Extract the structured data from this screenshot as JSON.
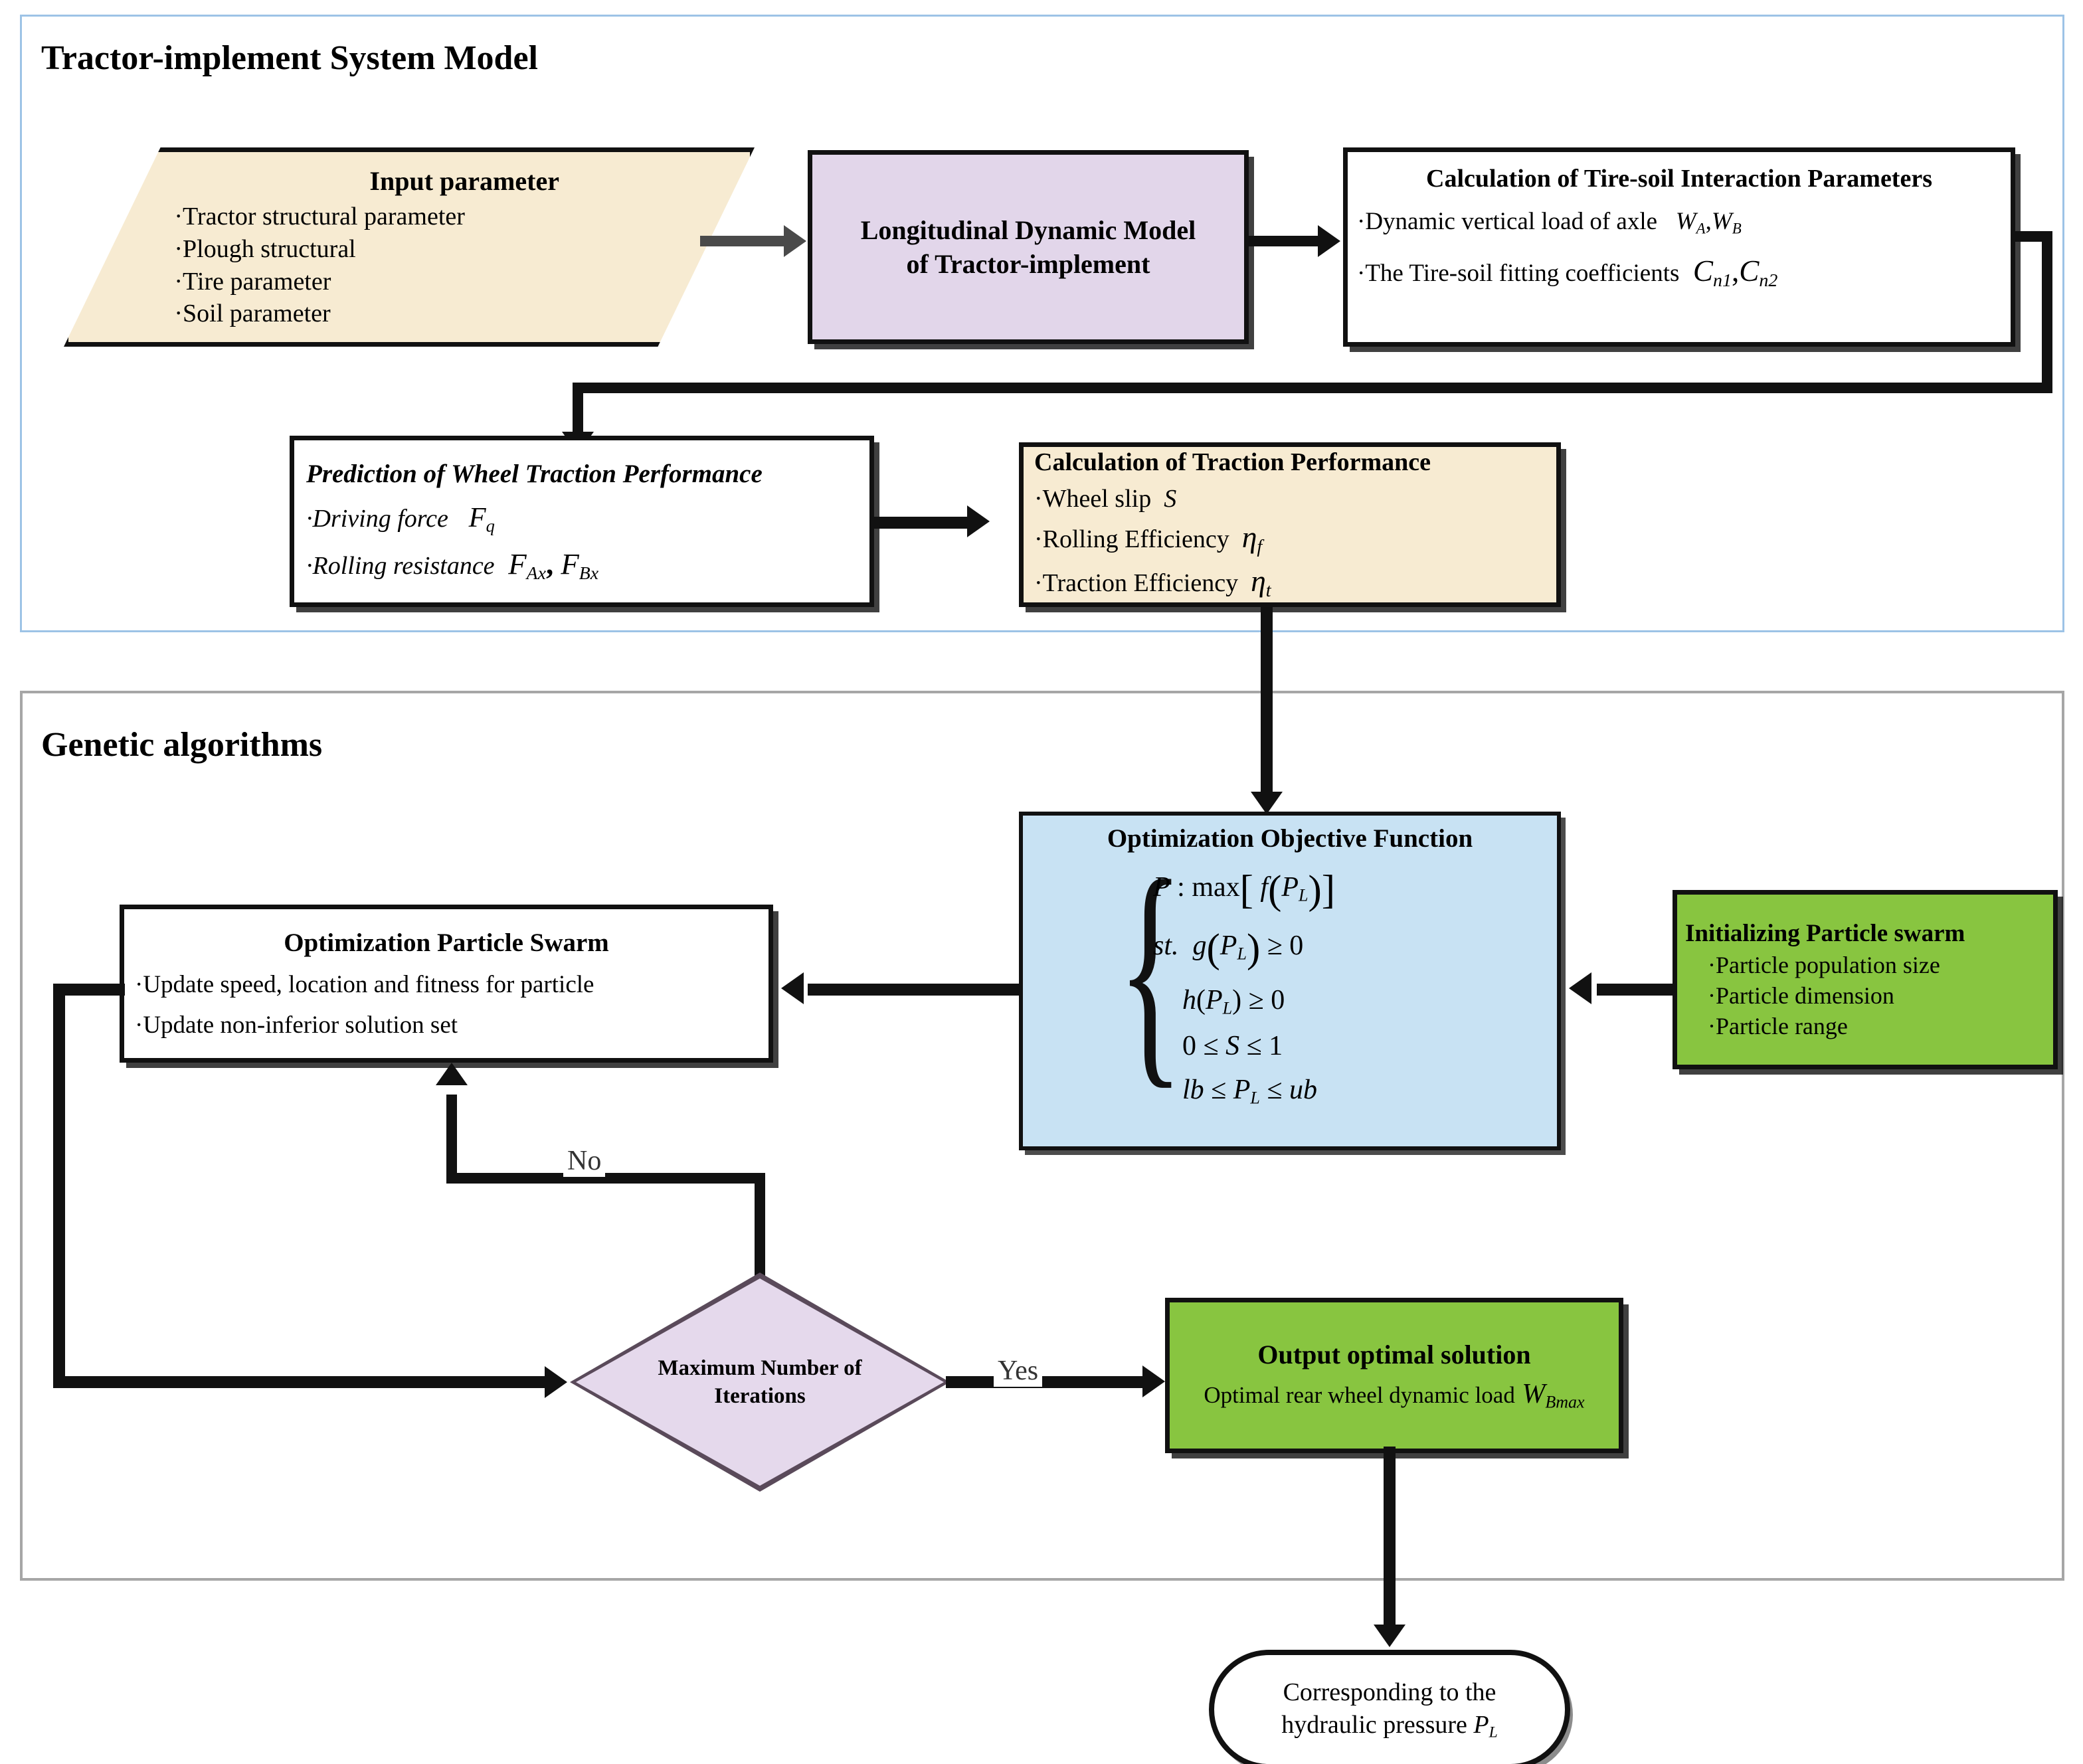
{
  "groups": {
    "top": {
      "title": "Tractor-implement System Model"
    },
    "bottom": {
      "title": "Genetic algorithms"
    }
  },
  "nodes": {
    "input_parameter": {
      "title": "Input parameter",
      "items": [
        "·Tractor structural parameter",
        "·Plough structural",
        "·Tire parameter",
        "·Soil parameter"
      ],
      "shape": "parallelogram",
      "fill": "#f7ebd2"
    },
    "longitudinal_model": {
      "line1": "Longitudinal Dynamic Model",
      "line2": "of  Tractor-implement",
      "shape": "rectangle",
      "fill": "#e2d6ea"
    },
    "tire_soil": {
      "title": "Calculation of Tire-soil Interaction Parameters",
      "item1_text": "·Dynamic vertical load of axle",
      "item1_symbols": "W_A , W_B",
      "item2_text": "·The Tire-soil fitting coefficients",
      "item2_symbols": "C_n1 , C_n2",
      "shape": "rectangle",
      "fill": "#ffffff"
    },
    "prediction_wheel": {
      "title": "Prediction of Wheel Traction Performance",
      "item1_text": "·Driving force",
      "item1_symbols": "F_q",
      "item2_text": "·Rolling resistance",
      "item2_symbols": "F_Ax , F_Bx",
      "shape": "rectangle",
      "fill": "#ffffff"
    },
    "calc_traction": {
      "title": "Calculation of Traction Performance",
      "item1": "·Wheel slip  S",
      "item2": "·Rolling Efficiency  η_f",
      "item3": "·Traction Efficiency  η_t",
      "shape": "rectangle",
      "fill": "#f7ebd2"
    },
    "objective_function": {
      "title": "Optimization Objective Function",
      "equations": [
        "P : max [ f ( P_L ) ]",
        "st.  g ( P_L ) ≥ 0",
        "h ( P_L ) ≥ 0",
        "0 ≤ S ≤ 1",
        "lb ≤ P_L ≤ ub"
      ],
      "shape": "rectangle",
      "fill": "#c8e2f3"
    },
    "particle_swarm": {
      "title": "Optimization  Particle Swarm",
      "items": [
        "·Update speed, location and fitness for particle",
        "·Update non-inferior solution set"
      ],
      "shape": "rectangle",
      "fill": "#ffffff"
    },
    "init_swarm": {
      "title": "Initializing Particle swarm",
      "items": [
        "·Particle population size",
        "·Particle dimension",
        "·Particle range"
      ],
      "shape": "rectangle",
      "fill": "#88c540"
    },
    "max_iterations": {
      "line1": "Maximum Number of",
      "line2": "Iterations",
      "shape": "diamond",
      "fill": "#e5d9ec"
    },
    "output_solution": {
      "title": "Output optimal solution",
      "subtitle_text": "Optimal rear wheel dynamic load",
      "subtitle_symbol": "W_Bmax",
      "shape": "rectangle",
      "fill": "#88c540"
    },
    "hydraulic_pressure": {
      "line1": "Corresponding to the",
      "line2_text": "hydraulic pressure",
      "line2_symbol": "P_L",
      "shape": "terminator",
      "fill": "#ffffff"
    }
  },
  "edges": {
    "no_label": "No",
    "yes_label": "Yes"
  },
  "colors": {
    "beige": "#f7ebd2",
    "purple": "#e2d6ea",
    "blue": "#c8e2f3",
    "green": "#88c540",
    "diamond": "#e5d9ec",
    "top_frame": "#9dc3e6",
    "bottom_frame": "#a6a6a6",
    "line": "#111111"
  }
}
